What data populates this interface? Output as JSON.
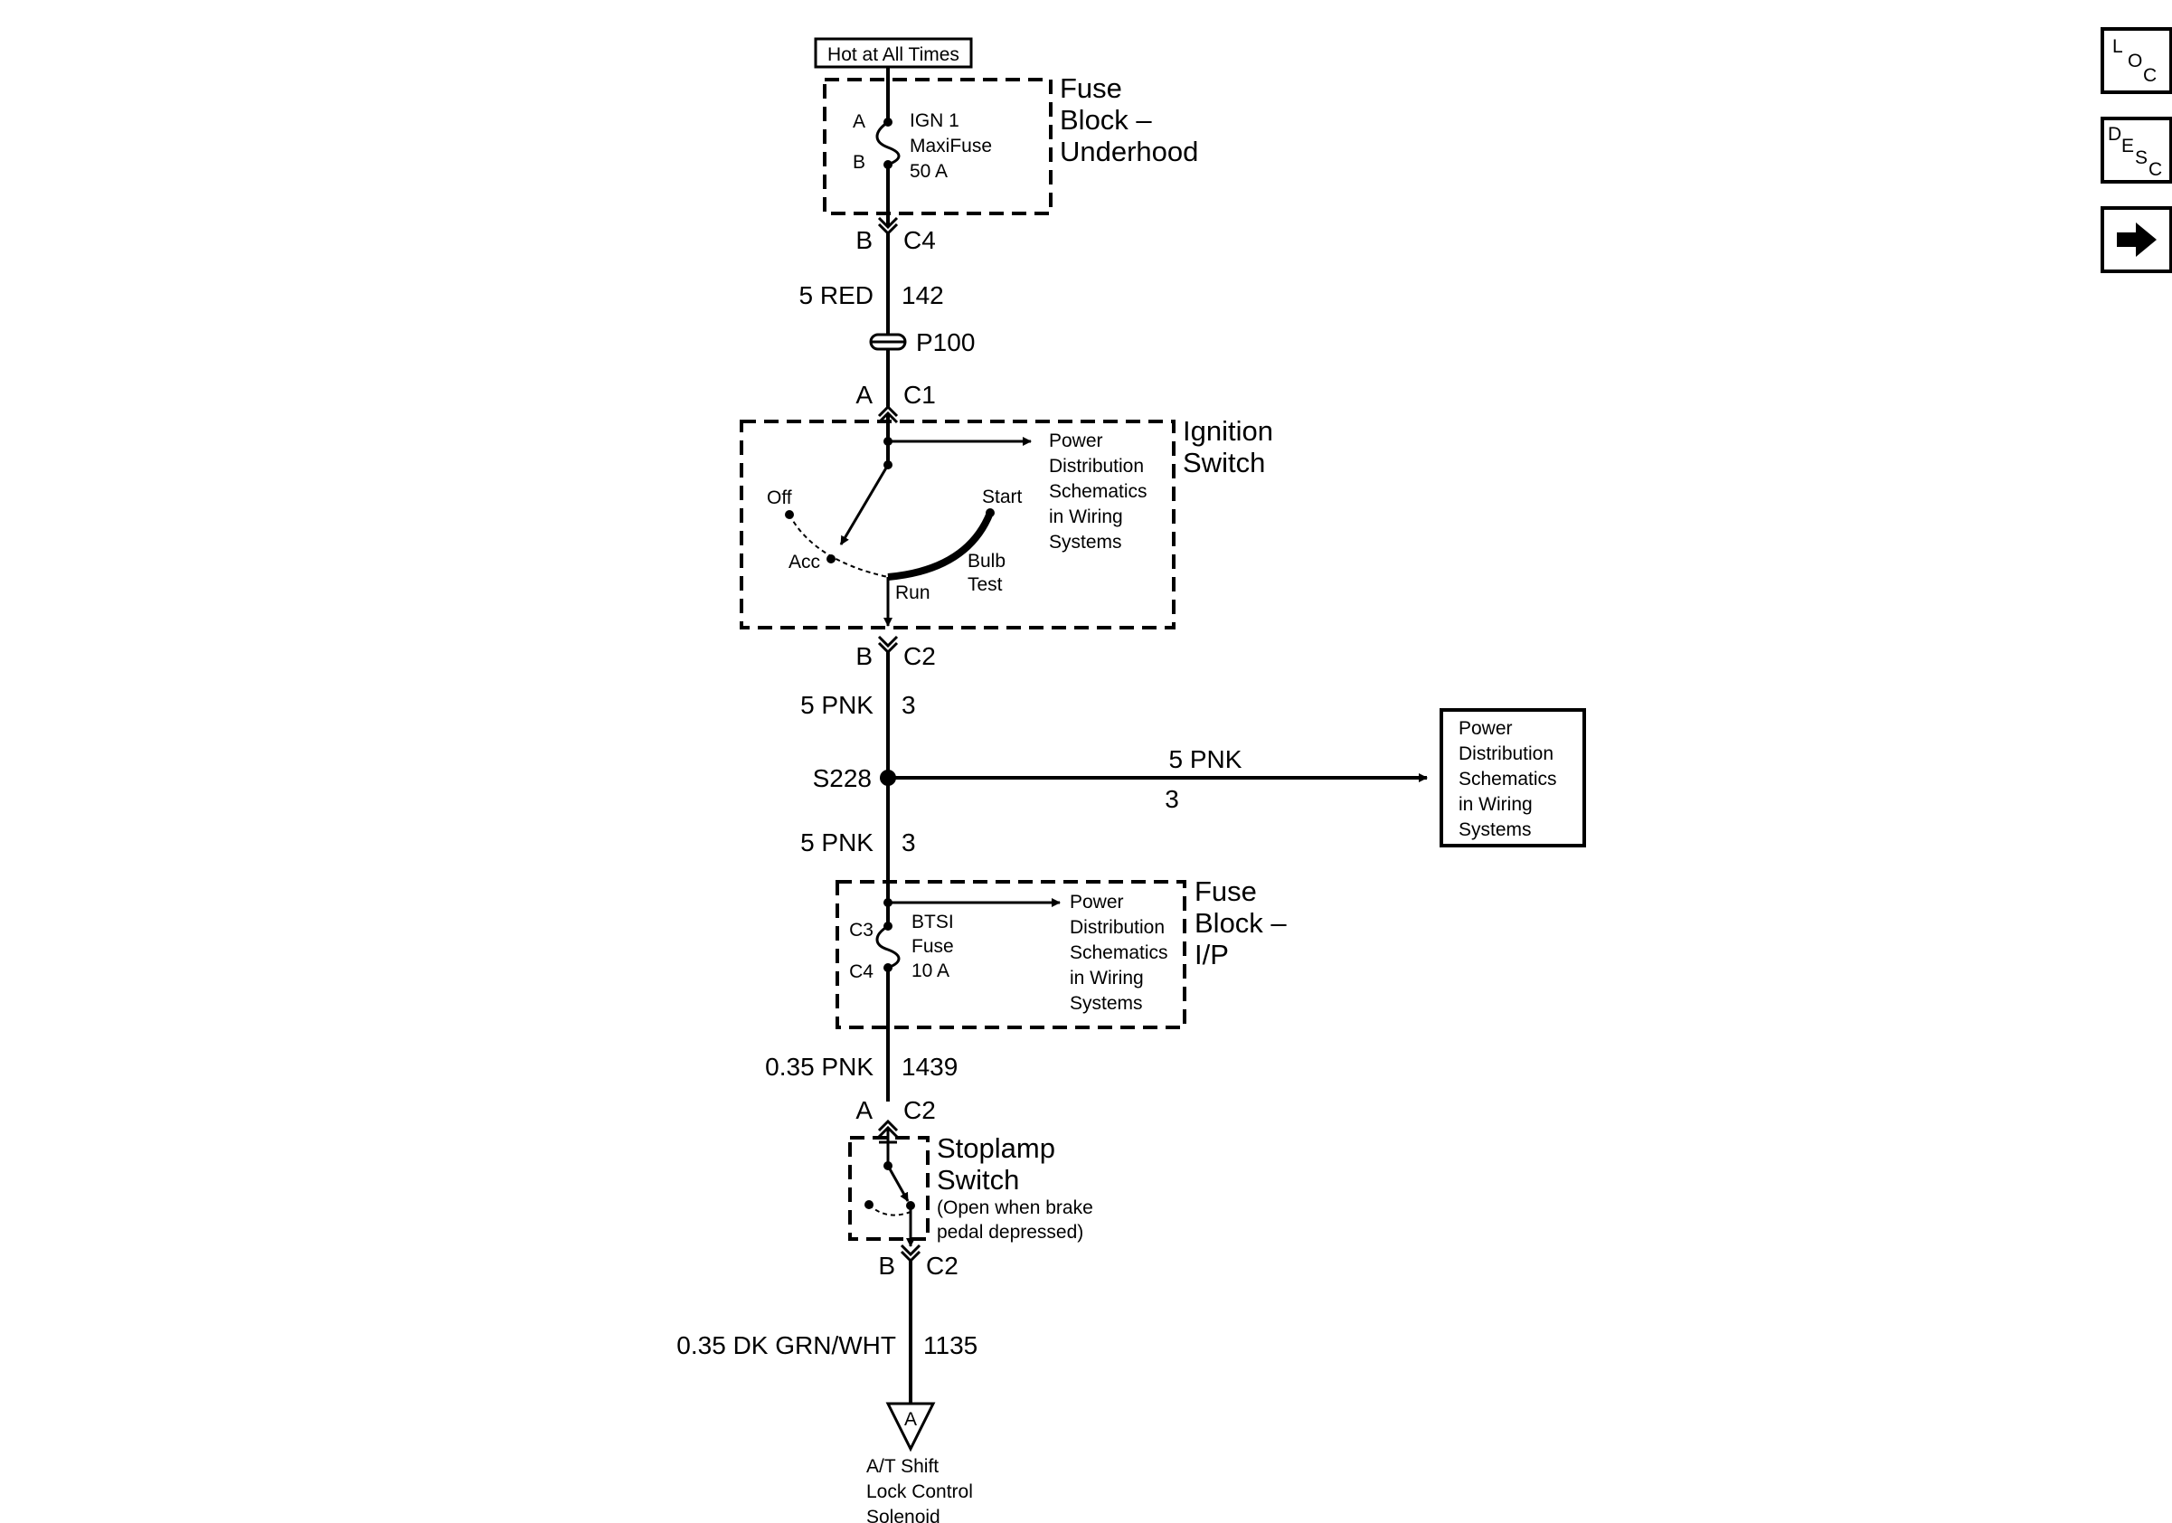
{
  "header": {
    "hot_label": "Hot at All Times"
  },
  "fuse_block_underhood": {
    "title_lines": [
      "Fuse",
      "Block –",
      "Underhood"
    ],
    "pin_a": "A",
    "pin_b": "B",
    "fuse_lines": [
      "IGN 1",
      "MaxiFuse",
      "50 A"
    ]
  },
  "conn_c4_top": {
    "pin": "B",
    "name": "C4"
  },
  "wire_142": {
    "gauge_color": "5 RED",
    "circuit": "142"
  },
  "pass_through": {
    "name": "P100"
  },
  "conn_c1": {
    "pin": "A",
    "name": "C1"
  },
  "ignition_switch": {
    "title_lines": [
      "Ignition",
      "Switch"
    ],
    "ref_lines": [
      "Power",
      "Distribution",
      "Schematics",
      "in Wiring",
      "Systems"
    ],
    "positions": {
      "off": "Off",
      "acc": "Acc",
      "run": "Run",
      "start": "Start",
      "bulb_test": [
        "Bulb",
        "Test"
      ]
    }
  },
  "conn_c2_ign": {
    "pin": "B",
    "name": "C2"
  },
  "wire_3_upper": {
    "gauge_color": "5 PNK",
    "circuit": "3"
  },
  "splice": {
    "name": "S228"
  },
  "branch_wire": {
    "gauge_color": "5 PNK",
    "circuit": "3"
  },
  "branch_ref_box": {
    "lines": [
      "Power",
      "Distribution",
      "Schematics",
      "in Wiring",
      "Systems"
    ]
  },
  "wire_3_lower": {
    "gauge_color": "5 PNK",
    "circuit": "3"
  },
  "fuse_block_ip": {
    "title_lines": [
      "Fuse",
      "Block –",
      "I/P"
    ],
    "pin_in": "C3",
    "pin_out": "C4",
    "fuse_lines": [
      "BTSI",
      "Fuse",
      "10 A"
    ],
    "ref_lines": [
      "Power",
      "Distribution",
      "Schematics",
      "in Wiring",
      "Systems"
    ]
  },
  "wire_1439": {
    "gauge_color": "0.35 PNK",
    "circuit": "1439"
  },
  "conn_c2_stop_top": {
    "pin": "A",
    "name": "C2"
  },
  "stoplamp_switch": {
    "title_lines": [
      "Stoplamp",
      "Switch"
    ],
    "note_lines": [
      "(Open when brake",
      "pedal depressed)"
    ]
  },
  "conn_c2_stop_bottom": {
    "pin": "B",
    "name": "C2"
  },
  "wire_1135": {
    "gauge_color": "0.35 DK GRN/WHT",
    "circuit": "1135"
  },
  "off_page": {
    "letter": "A",
    "dest_lines": [
      "A/T Shift",
      "Lock Control",
      "Solenoid"
    ]
  },
  "nav": {
    "loc": [
      "L",
      "O",
      "C"
    ],
    "desc": [
      "D",
      "E",
      "S",
      "C"
    ],
    "next_icon": "right-arrow-icon"
  }
}
